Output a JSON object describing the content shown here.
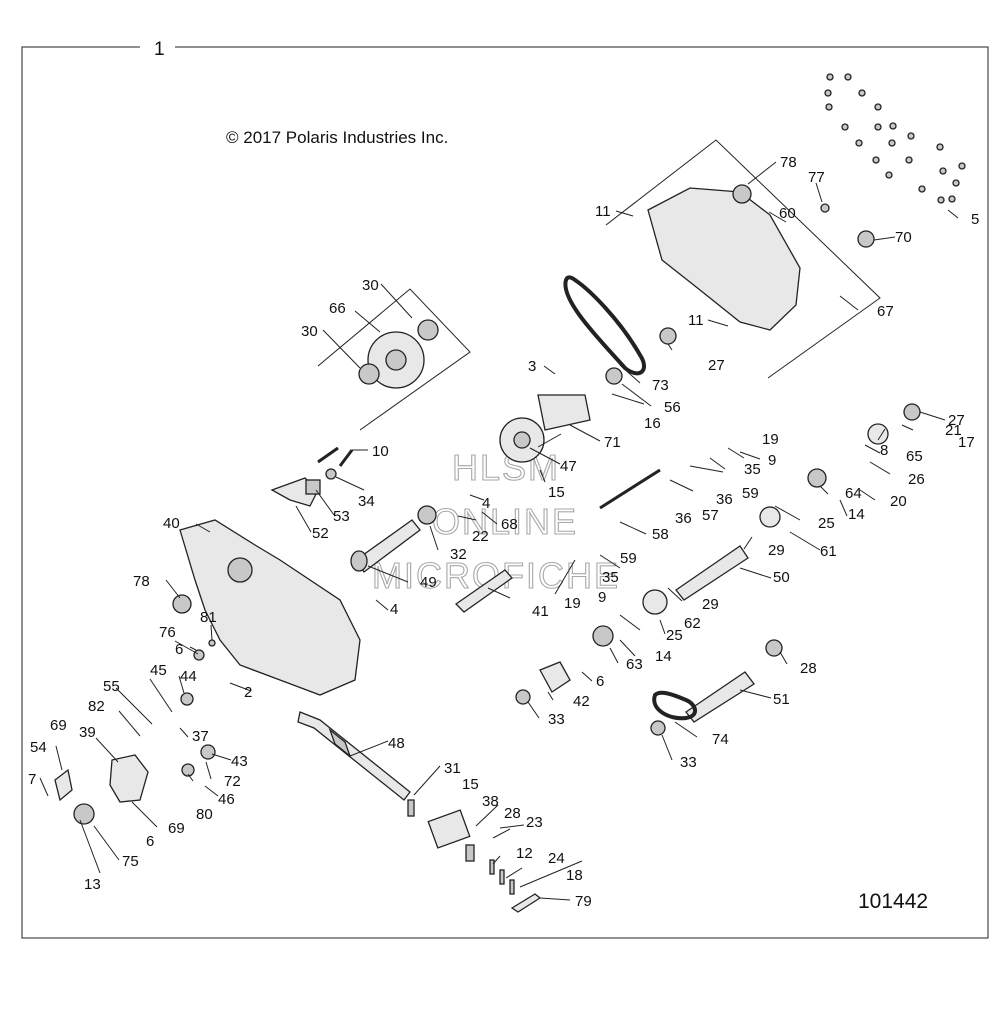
{
  "sheet_number": "1",
  "copyright": "© 2017 Polaris Industries Inc.",
  "diagram_id": "101442",
  "watermark": [
    "HLSM",
    "ONLINE",
    "MICROFICHE"
  ],
  "callouts": [
    "1",
    "2",
    "3",
    "4",
    "5",
    "6",
    "7",
    "8",
    "9",
    "10",
    "11",
    "12",
    "13",
    "14",
    "15",
    "16",
    "17",
    "18",
    "19",
    "20",
    "21",
    "22",
    "23",
    "24",
    "25",
    "26",
    "27",
    "28",
    "29",
    "30",
    "31",
    "32",
    "33",
    "34",
    "35",
    "36",
    "37",
    "38",
    "39",
    "40",
    "41",
    "42",
    "43",
    "44",
    "45",
    "46",
    "47",
    "48",
    "49",
    "50",
    "51",
    "52",
    "53",
    "54",
    "55",
    "56",
    "57",
    "58",
    "59",
    "60",
    "61",
    "62",
    "63",
    "64",
    "65",
    "66",
    "67",
    "68",
    "69",
    "70",
    "71",
    "72",
    "73",
    "74",
    "75",
    "76",
    "77",
    "78",
    "79",
    "80",
    "81",
    "82"
  ]
}
